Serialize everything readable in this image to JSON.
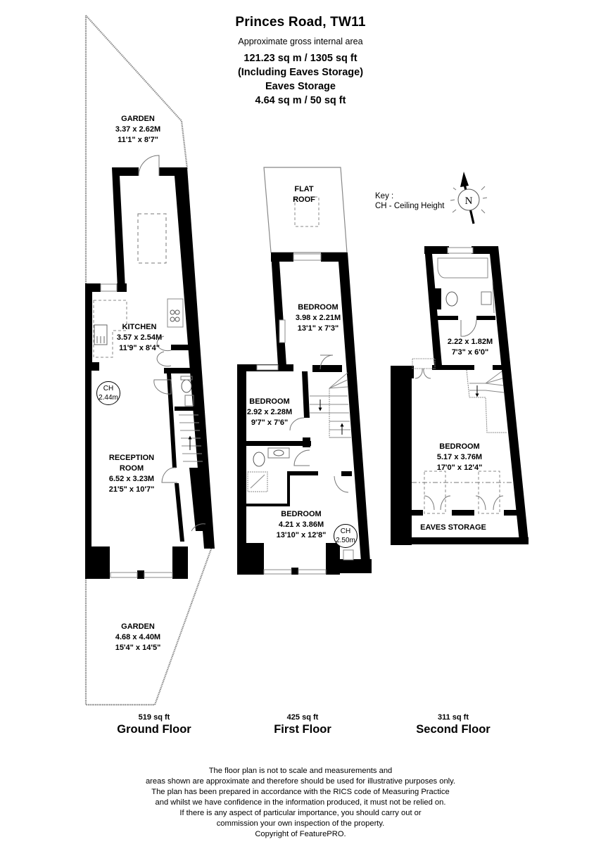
{
  "header": {
    "title": "Princes Road, TW11",
    "subtitle": "Approximate gross internal area",
    "total_area": "121.23 sq m /  1305 sq ft",
    "including_note": "(Including Eaves Storage)",
    "eaves_label": "Eaves Storage",
    "eaves_area": "4.64 sq m /  50 sq ft"
  },
  "key": {
    "title": "Key :",
    "entry": "CH - Ceiling Height"
  },
  "compass": {
    "label": "N"
  },
  "floors": [
    {
      "id": "ground",
      "name": "Ground Floor",
      "sqft": "519 sq ft",
      "rooms": [
        {
          "name": "GARDEN",
          "metric": "3.37 x 2.62M",
          "imperial": "11'1\" x 8'7\""
        },
        {
          "name": "KITCHEN",
          "metric": "3.57 x 2.54M",
          "imperial": "11'9\" x 8'4\""
        },
        {
          "name": "RECEPTION",
          "name2": "ROOM",
          "metric": "6.52 x 3.23M",
          "imperial": "21'5\" x 10'7\""
        },
        {
          "name": "GARDEN",
          "metric": "4.68 x 4.40M",
          "imperial": "15'4\" x 14'5\""
        }
      ],
      "ceiling_height": {
        "label": "CH",
        "value": "2.44m"
      }
    },
    {
      "id": "first",
      "name": "First Floor",
      "sqft": "425 sq ft",
      "rooms": [
        {
          "name": "FLAT",
          "name2": "ROOF"
        },
        {
          "name": "BEDROOM",
          "metric": "3.98 x 2.21M",
          "imperial": "13'1\" x 7'3\""
        },
        {
          "name": "BEDROOM",
          "metric": "2.92 x 2.28M",
          "imperial": "9'7\" x 7'6\""
        },
        {
          "name": "BEDROOM",
          "metric": "4.21 x 3.86M",
          "imperial": "13'10\" x 12'8\""
        }
      ],
      "ceiling_height": {
        "label": "CH",
        "value": "2.50m"
      }
    },
    {
      "id": "second",
      "name": "Second Floor",
      "sqft": "311 sq ft",
      "rooms": [
        {
          "name": "",
          "metric": "2.22 x 1.82M",
          "imperial": "7'3\" x 6'0\""
        },
        {
          "name": "BEDROOM",
          "metric": "5.17 x 3.76M",
          "imperial": "17'0\" x 12'4\""
        },
        {
          "name": "EAVES STORAGE"
        }
      ]
    }
  ],
  "disclaimer": [
    "The floor plan is not to scale and measurements and",
    "areas shown are approximate and therefore should be used for illustrative purposes only.",
    "The plan has been prepared in accordance with the RICS code of Measuring Practice",
    "and whilst we have confidence in the information produced, it must not be relied on.",
    "If there is any aspect of particular importance, you should carry out or",
    "commission your own inspection of the property.",
    "Copyright of FeaturePRO."
  ],
  "colors": {
    "wall": "#000000",
    "boundary": "#8a8a8a",
    "background": "#ffffff",
    "fixture": "#555555"
  }
}
